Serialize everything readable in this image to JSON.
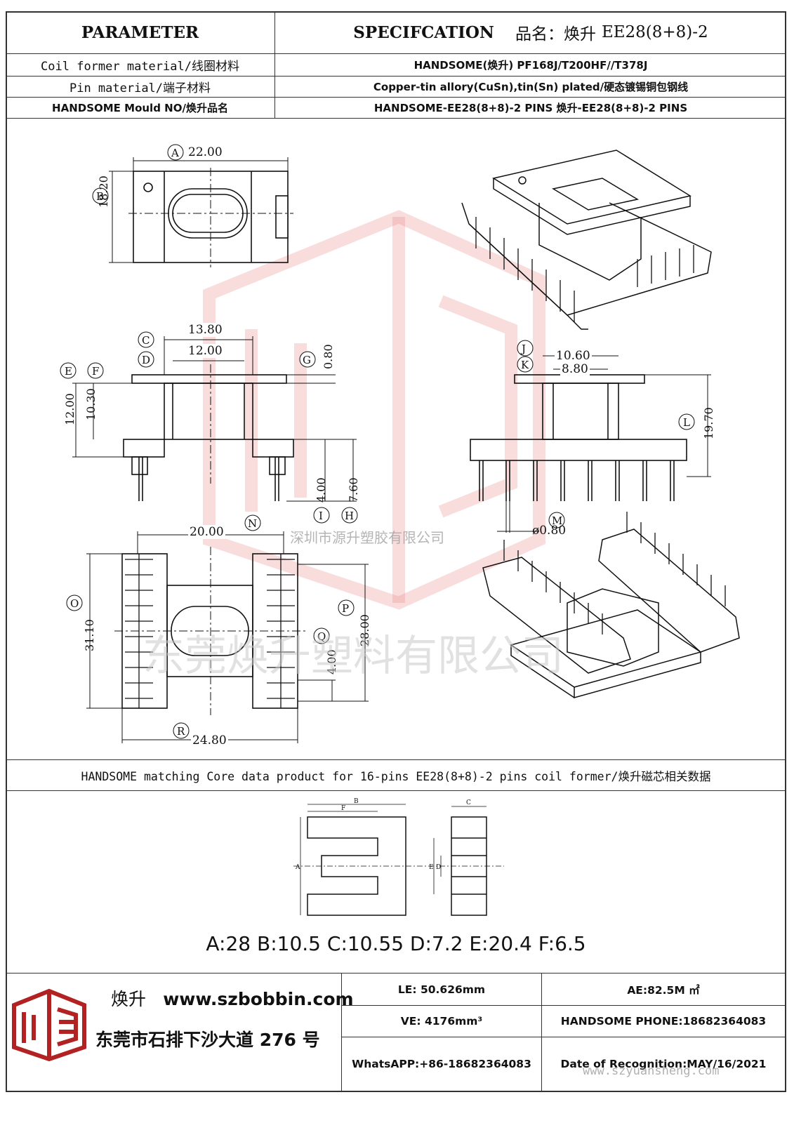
{
  "header": {
    "col1": "PARAMETER",
    "col2": "SPECIFCATION",
    "product_name_label": "品名：焕升",
    "product_model": "EE28(8+8)-2"
  },
  "rows": [
    {
      "param": "Coil former material/线圈材料",
      "spec": "HANDSOME(焕升)   PF168J/T200HF//T378J"
    },
    {
      "param": "Pin material/端子材料",
      "spec": "Copper-tin allory(CuSn),tin(Sn) plated/硬态镀锡铜包钢线"
    },
    {
      "param": "HANDSOME Mould NO/焕升品名",
      "spec": "HANDSOME-EE28(8+8)-2 PINS    焕升-EE28(8+8)-2 PINS"
    }
  ],
  "dimensions": {
    "A": "22.00",
    "B": "18.20",
    "C": "13.80",
    "D": "12.00",
    "E_val": "12.00",
    "F_val": "10.30",
    "G": "0.80",
    "I": "4.00",
    "H": "7.60",
    "J": "10.60",
    "K": "8.80",
    "L": "19.70",
    "M": "ø0.80",
    "N": "20.00",
    "O": "31.10",
    "P": "28.00",
    "Q": "4.00",
    "R": "24.80"
  },
  "watermarks": {
    "company_small": "深圳市源升塑胶有限公司",
    "company_big": "东莞焕升塑料有限公司",
    "site": "www.szyuansheng.com"
  },
  "core_section": {
    "title": "HANDSOME matching Core data  product for 16-pins EE28(8+8)-2 pins coil former/焕升磁芯相关数据",
    "values": "A:28 B:10.5 C:10.55 D:7.2 E:20.4 F:6.5"
  },
  "footer": {
    "brand": "焕升",
    "website": "www.szbobbin.com",
    "address": "东莞市石排下沙大道 276 号",
    "le": "LE: 50.626mm",
    "ae": "AE:82.5M ㎡",
    "ve": "VE: 4176mm³",
    "phone": "HANDSOME PHONE:18682364083",
    "whatsapp": "WhatsAPP:+86-18682364083",
    "date": "Date of Recognition:MAY/16/2021"
  }
}
